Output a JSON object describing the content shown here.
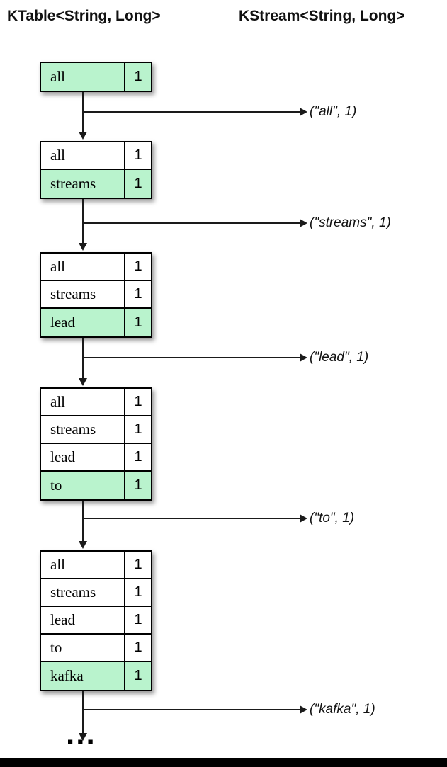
{
  "page": {
    "left_header": "KTable<String, Long>",
    "right_header": "KStream<String, Long>",
    "continuation_ellipsis": "..."
  },
  "colors": {
    "highlight_green": "#b9f3cd",
    "table_border": "#000000",
    "arrow": "#1a1a1a",
    "bottom_bar": "#000000"
  },
  "steps": [
    {
      "table_rows": [
        {
          "key": "all",
          "value": "1",
          "highlight": true
        }
      ],
      "emitted_record": "(\"all\", 1)"
    },
    {
      "table_rows": [
        {
          "key": "all",
          "value": "1",
          "highlight": false
        },
        {
          "key": "streams",
          "value": "1",
          "highlight": true
        }
      ],
      "emitted_record": "(\"streams\", 1)"
    },
    {
      "table_rows": [
        {
          "key": "all",
          "value": "1",
          "highlight": false
        },
        {
          "key": "streams",
          "value": "1",
          "highlight": false
        },
        {
          "key": "lead",
          "value": "1",
          "highlight": true
        }
      ],
      "emitted_record": "(\"lead\", 1)"
    },
    {
      "table_rows": [
        {
          "key": "all",
          "value": "1",
          "highlight": false
        },
        {
          "key": "streams",
          "value": "1",
          "highlight": false
        },
        {
          "key": "lead",
          "value": "1",
          "highlight": false
        },
        {
          "key": "to",
          "value": "1",
          "highlight": true
        }
      ],
      "emitted_record": "(\"to\", 1)"
    },
    {
      "table_rows": [
        {
          "key": "all",
          "value": "1",
          "highlight": false
        },
        {
          "key": "streams",
          "value": "1",
          "highlight": false
        },
        {
          "key": "lead",
          "value": "1",
          "highlight": false
        },
        {
          "key": "to",
          "value": "1",
          "highlight": false
        },
        {
          "key": "kafka",
          "value": "1",
          "highlight": true
        }
      ],
      "emitted_record": "(\"kafka\", 1)"
    }
  ]
}
